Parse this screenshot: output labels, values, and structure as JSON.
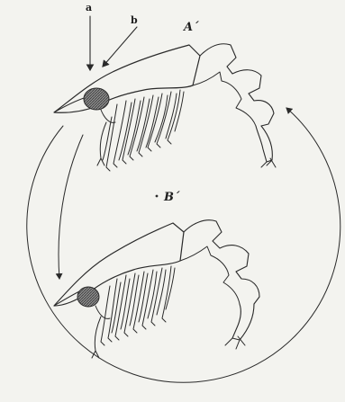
{
  "labels": {
    "a": "a",
    "b": "b",
    "upper_figure": "A´",
    "lower_figure": "B´"
  },
  "colors": {
    "ink": "#2a2a2a",
    "background": "#f3f3ef",
    "eye_fill": "#6b6b6b"
  }
}
